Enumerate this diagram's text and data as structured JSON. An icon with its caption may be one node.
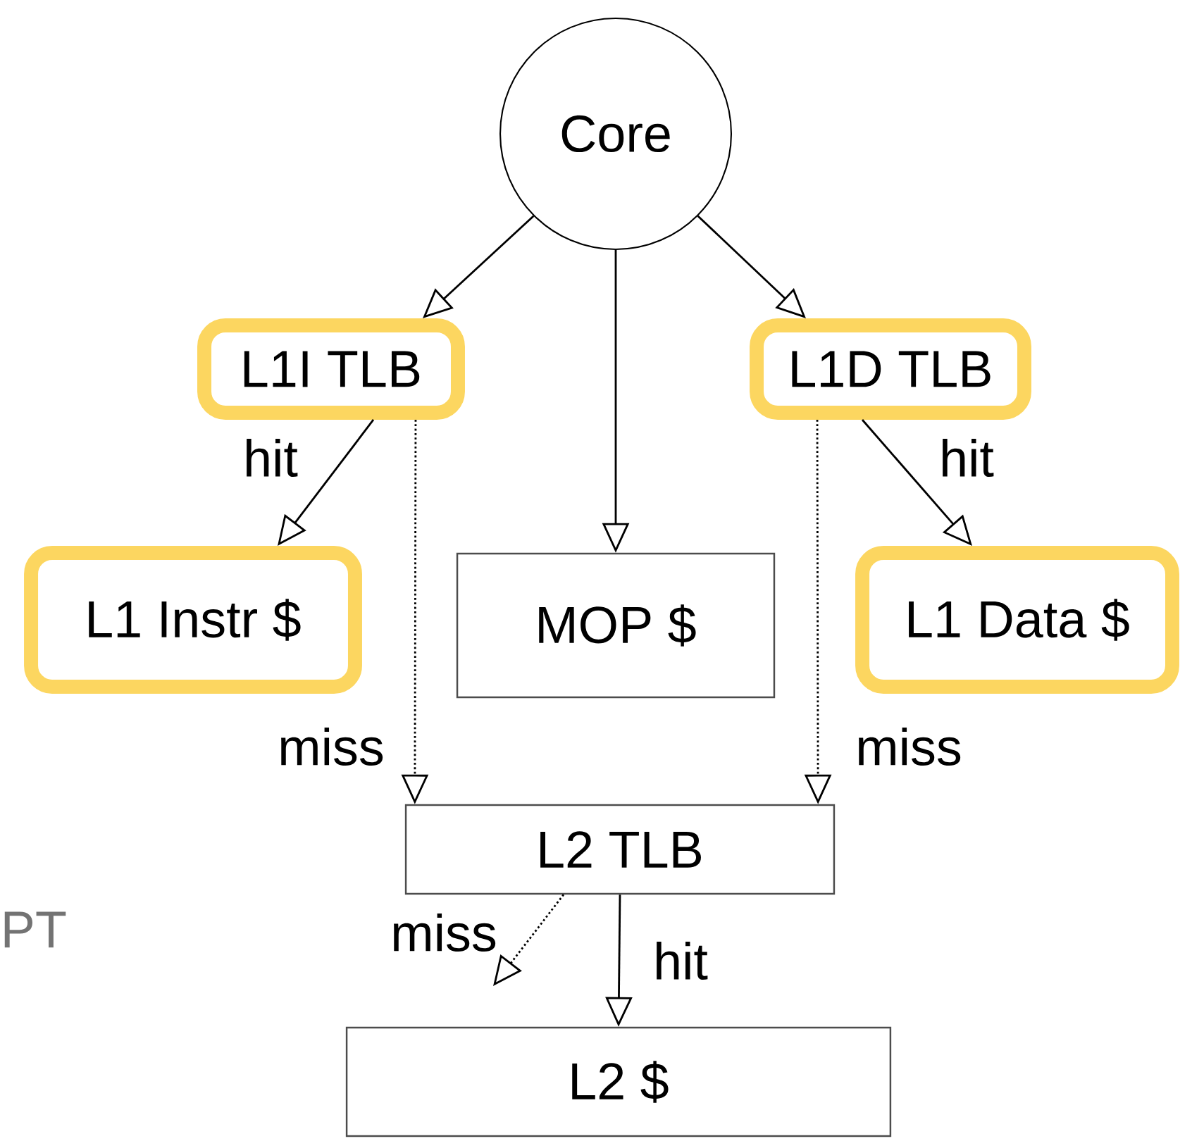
{
  "diagram": {
    "nodes": [
      {
        "text": [
          "Core"
        ]
      },
      {
        "text": [
          "L1I TLB"
        ]
      },
      {
        "text": [
          "L1D TLB"
        ]
      },
      {
        "text": [
          "L1 Instr $"
        ]
      },
      {
        "text": [
          "MOP $"
        ]
      },
      {
        "text": [
          "L1 Data $"
        ]
      },
      {
        "text": [
          "L2 TLB"
        ]
      },
      {
        "text": [
          "L2 $"
        ]
      }
    ],
    "edges": [
      {
        "from": 0,
        "to": 1,
        "arrow": "to"
      },
      {
        "from": 0,
        "to": 4,
        "arrow": "to"
      },
      {
        "from": 0,
        "to": 2,
        "arrow": "to"
      },
      {
        "from": 1,
        "to": 3,
        "arrow": "to",
        "label": "hit"
      },
      {
        "from": 2,
        "to": 5,
        "arrow": "to",
        "label": "hit"
      },
      {
        "from": 1,
        "to": 6,
        "arrow": "to",
        "label": "miss",
        "style": "dashed"
      },
      {
        "from": 2,
        "to": 6,
        "arrow": "to",
        "label": "miss",
        "style": "dashed"
      },
      {
        "from": 6,
        "to": null,
        "arrow": "to",
        "label": "miss",
        "style": "dashed"
      },
      {
        "from": 6,
        "to": 7,
        "arrow": "to",
        "label": "hit"
      }
    ],
    "labels": [
      "PT"
    ]
  }
}
